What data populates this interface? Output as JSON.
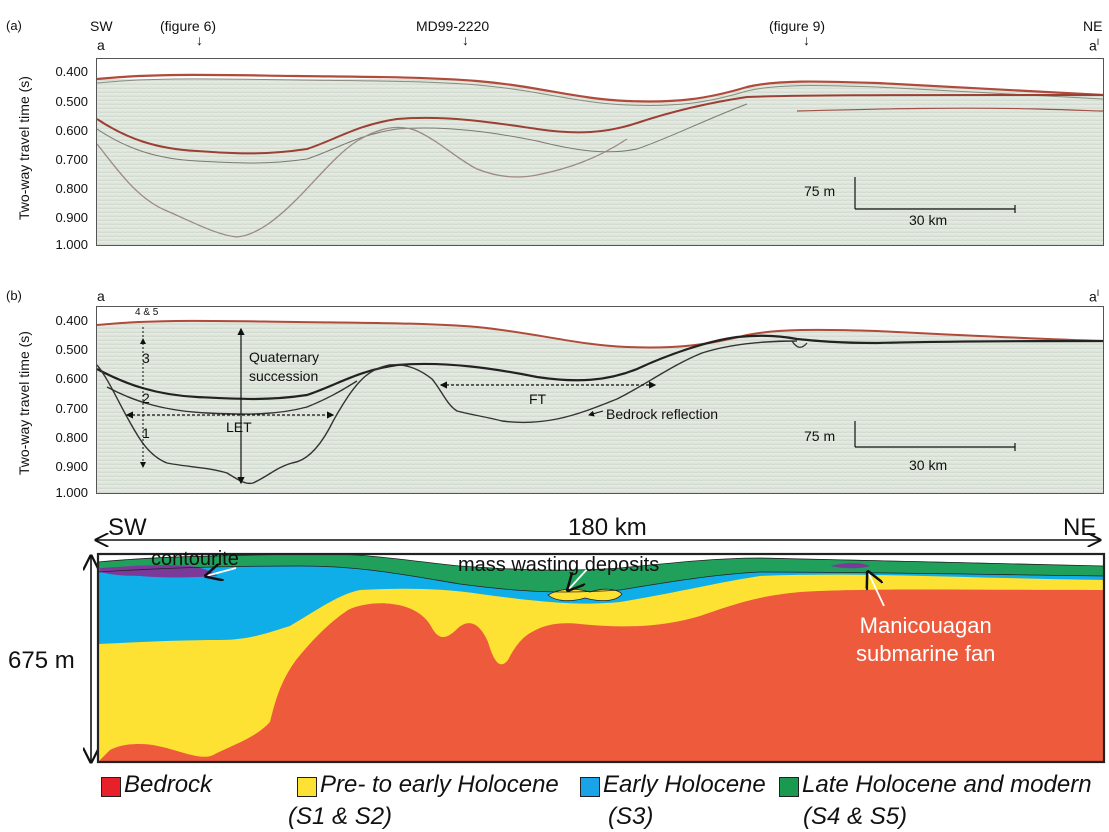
{
  "panel_a": {
    "label": "(a)",
    "left_dir": "SW",
    "right_dir": "NE",
    "left_point": "a",
    "right_point": "a",
    "right_point_sup": "I",
    "markers": [
      {
        "label": "(figure 6)"
      },
      {
        "label": "MD99-2220"
      },
      {
        "label": "(figure 9)"
      }
    ],
    "y_title": "Two-way travel time (s)",
    "y_ticks": [
      "0.400",
      "0.500",
      "0.600",
      "0.700",
      "0.800",
      "0.900",
      "1.000"
    ],
    "scale_v": "75 m",
    "scale_h": "30 km"
  },
  "panel_b": {
    "label": "(b)",
    "left_point": "a",
    "right_point": "a",
    "right_point_sup": "I",
    "y_title": "Two-way travel time (s)",
    "y_ticks": [
      "0.400",
      "0.500",
      "0.600",
      "0.700",
      "0.800",
      "0.900",
      "1.000"
    ],
    "unit_labels": [
      "4 & 5",
      "3",
      "2",
      "1"
    ],
    "quaternary": "Quaternary succession",
    "quaternary_line1": "Quaternary",
    "quaternary_line2": "succession",
    "let": "LET",
    "ft": "FT",
    "bedrock_reflection": "Bedrock reflection",
    "scale_v": "75 m",
    "scale_h": "30 km"
  },
  "panel_c": {
    "left_dir": "SW",
    "right_dir": "NE",
    "distance": "180 km",
    "depth": "675 m",
    "contourite": "contourite",
    "mass_wasting": "mass wasting deposits",
    "fan_line1": "Manicouagan",
    "fan_line2": "submarine fan"
  },
  "legend": [
    {
      "label": "Bedrock",
      "sub": "",
      "color": "#e8202a"
    },
    {
      "label": "Pre- to early Holocene",
      "sub": "(S1 & S2)",
      "color": "#fde233"
    },
    {
      "label": "Early Holocene",
      "sub": "(S3)",
      "color": "#1aa3e8"
    },
    {
      "label": "Late Holocene and modern",
      "sub": "(S4 & S5)",
      "color": "#1a9a50"
    }
  ],
  "colors": {
    "bedrock_fill": "#ed5b3c",
    "preholo_fill": "#fde233",
    "early_fill": "#10aee8",
    "late_fill": "#20a05a",
    "contourite_fill": "#7b3a9a",
    "seismic_bg": "#dfe6dc",
    "reflector_red": "#b04a3a"
  }
}
